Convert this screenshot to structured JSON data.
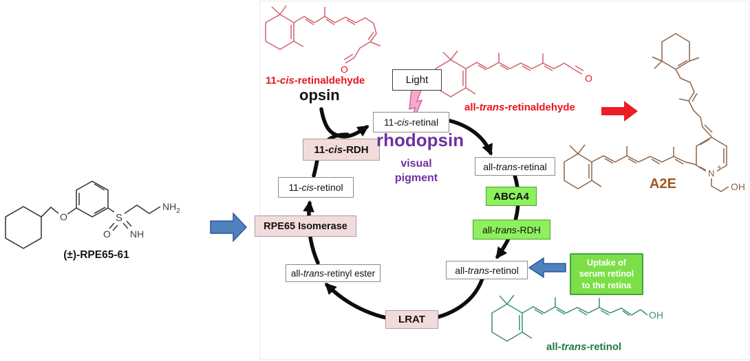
{
  "compound_label": "(±)-RPE65-61",
  "labels": {
    "cis_retinaldehyde": {
      "pre": "11-",
      "it": "cis",
      "post": "-retinaldehyde"
    },
    "opsin": "opsin",
    "light": "Light",
    "rhodopsin": "rhodopsin",
    "visual_line1": "visual",
    "visual_line2": "pigment",
    "trans_retinaldehyde": {
      "pre": "all-",
      "it": "trans",
      "post": "-retinaldehyde"
    },
    "a2e": "A2E",
    "trans_retinol": {
      "pre": "all-",
      "it": "trans",
      "post": "-retinol"
    }
  },
  "cycle_boxes": {
    "cis_retinal": {
      "pre": "11-",
      "it": "cis",
      "post": "-retinal"
    },
    "trans_retinal": {
      "pre": "all-",
      "it": "trans",
      "post": "-retinal"
    },
    "abca4": "ABCA4",
    "trans_rdh": {
      "pre": "all-",
      "it": "trans",
      "post": "-RDH"
    },
    "trans_retinol": {
      "pre": "all-",
      "it": "trans",
      "post": "-retinol"
    },
    "lrat": "LRAT",
    "trans_retinyl_ester": {
      "pre": "all-",
      "it": "trans",
      "post": "-retinyl ester"
    },
    "rpe65_isomerase": "RPE65 Isomerase",
    "cis_retinol": {
      "pre": "11-",
      "it": "cis",
      "post": "-retinol"
    },
    "cis_rdh": {
      "pre": "11-",
      "it": "cis",
      "post": "-RDH"
    }
  },
  "uptake_box": {
    "line1": "Uptake of",
    "line2": "serum retinol",
    "line3": "to the retina"
  },
  "atoms": {
    "o": "O",
    "s": "S",
    "nh": "NH",
    "nh2_base": "NH",
    "nh2_sub": "2",
    "oh": "OH",
    "n": "N",
    "plus": "+"
  },
  "colors": {
    "red_label": "#e8141e",
    "structure_red": "#d25f6b",
    "purple": "#7030a0",
    "a2e_label_brown": "#a2561f",
    "structure_brown": "#8a6247",
    "green_label": "#1d7a46",
    "structure_green": "#39916a",
    "pink_box_bg": "#f2dcdb",
    "green_box_bg": "#8df05c",
    "uptake_box_bg": "#7cdf48",
    "blue_arrow": "#4f81bd",
    "red_arrow": "#ec1c24",
    "bolt_pink": "#f4abc9",
    "arrow_black": "#0d0d0d"
  }
}
